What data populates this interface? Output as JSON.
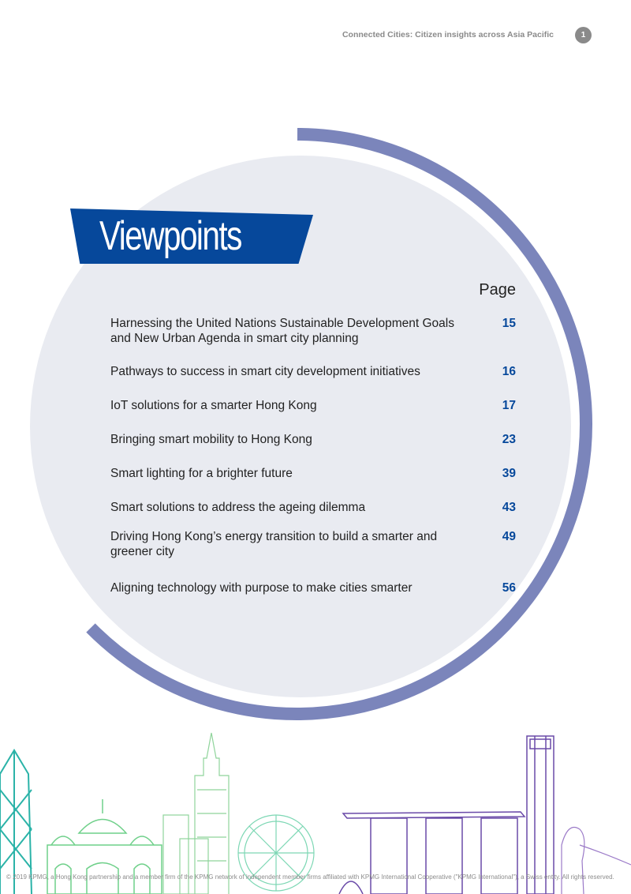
{
  "header": {
    "title": "Connected Cities: Citizen insights across Asia Pacific",
    "page_number": "1"
  },
  "section": {
    "title": "Viewpoints",
    "page_column_label": "Page"
  },
  "toc": [
    {
      "title": "Harnessing the United Nations Sustainable Development Goals and New Urban Agenda in smart city planning",
      "page": "15"
    },
    {
      "title": "Pathways to success in smart city development initiatives",
      "page": "16"
    },
    {
      "title": "IoT solutions for a smarter Hong Kong",
      "page": "17"
    },
    {
      "title": "Bringing smart mobility to Hong Kong",
      "page": "23"
    },
    {
      "title": "Smart lighting for a brighter future",
      "page": "39"
    },
    {
      "title": "Smart solutions to address the ageing dilemma",
      "page": "43"
    },
    {
      "title": "Driving Hong Kong’s energy transition to build a smarter and greener city",
      "page": "49"
    },
    {
      "title": "Aligning technology with purpose to make cities smarter",
      "page": "56"
    }
  ],
  "footer": {
    "copyright": "© 2019 KPMG, a Hong Kong partnership and a member firm of the KPMG network of independent member firms affiliated with KPMG International Cooperative (\"KPMG International\"), a Swiss entity. All rights reserved."
  },
  "colors": {
    "brand_blue": "#06489b",
    "arc": "#7b85bb",
    "circle_fill": "#e9ebf1",
    "skyline_teal": "#2bb3a8",
    "skyline_green": "#6fd08a",
    "skyline_purple": "#6a4aa8"
  }
}
